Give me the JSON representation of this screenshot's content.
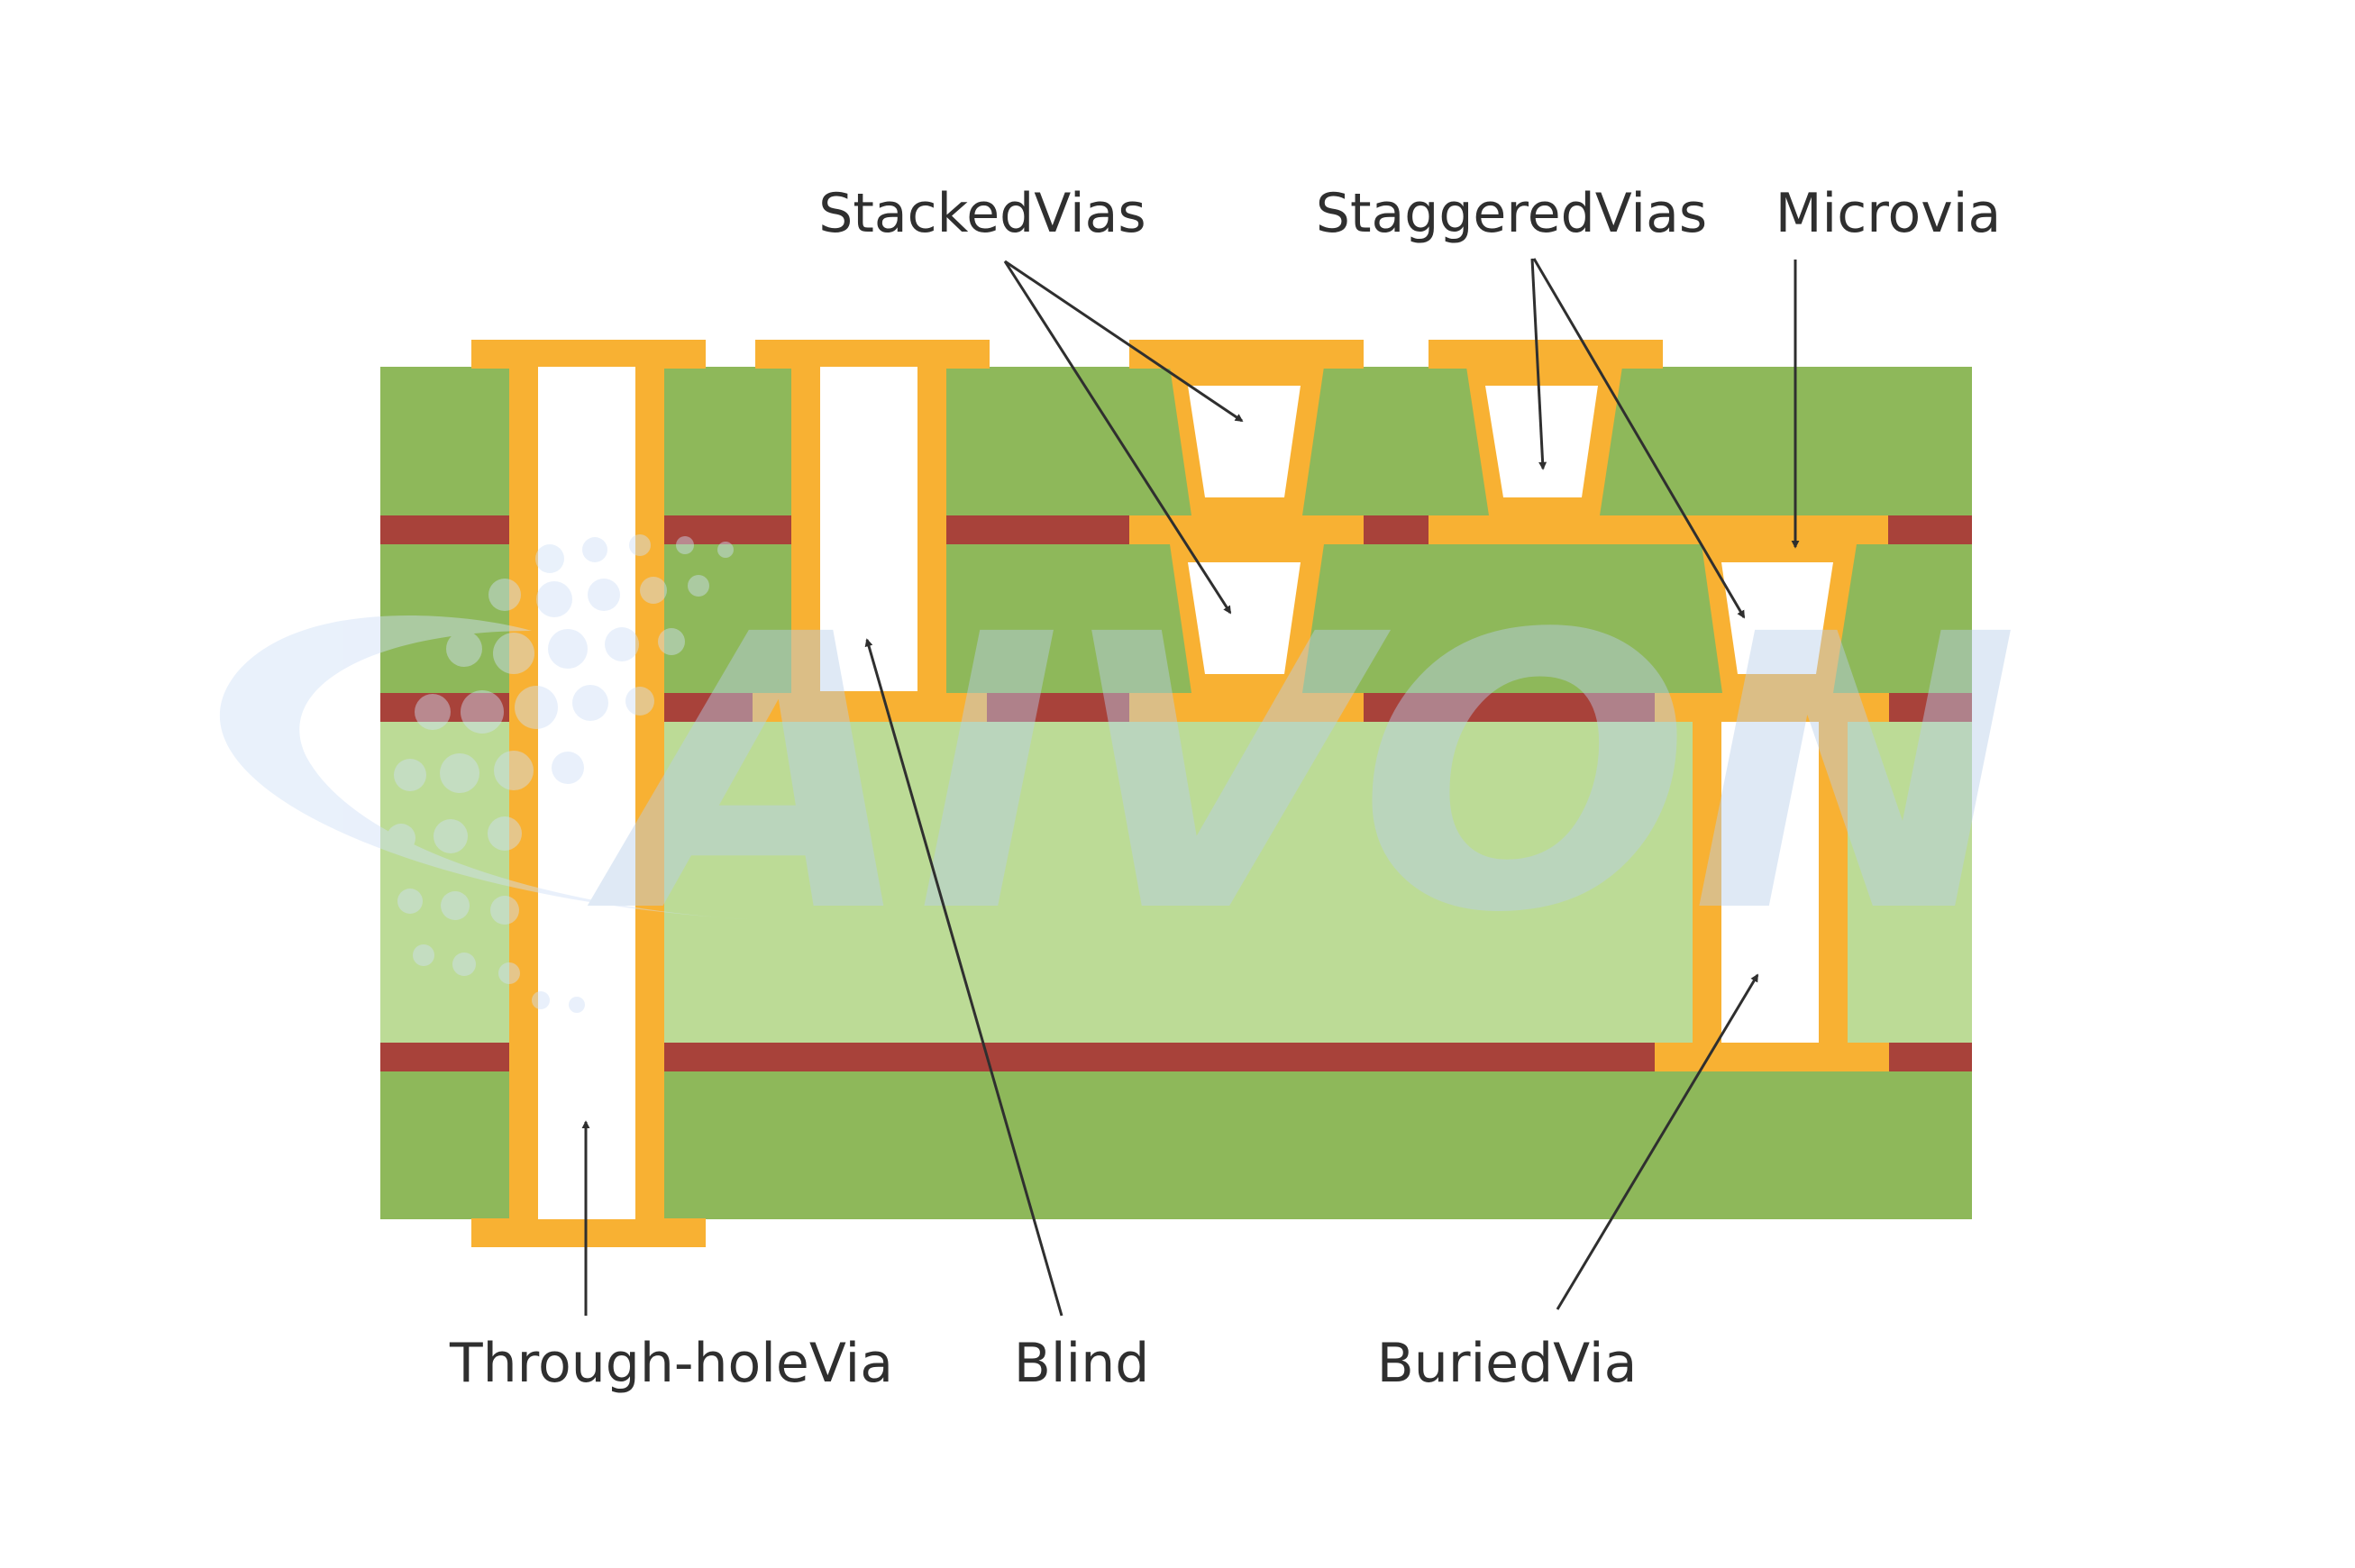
{
  "labels": {
    "stacked": "StackedVias",
    "staggered": "StaggeredVias",
    "microvia": "Microvia",
    "through_hole": "Through-holeVia",
    "blind": "Blind",
    "buried": "BuriedVia"
  },
  "watermark": "AIVON",
  "colors": {
    "laminate": "#8eb85a",
    "core": "#bcdb96",
    "copper_layer": "#a8423a",
    "plating": "#f8b133",
    "hole": "#ffffff",
    "text": "#2f2f2f",
    "watermark": "#cfe0f7"
  }
}
